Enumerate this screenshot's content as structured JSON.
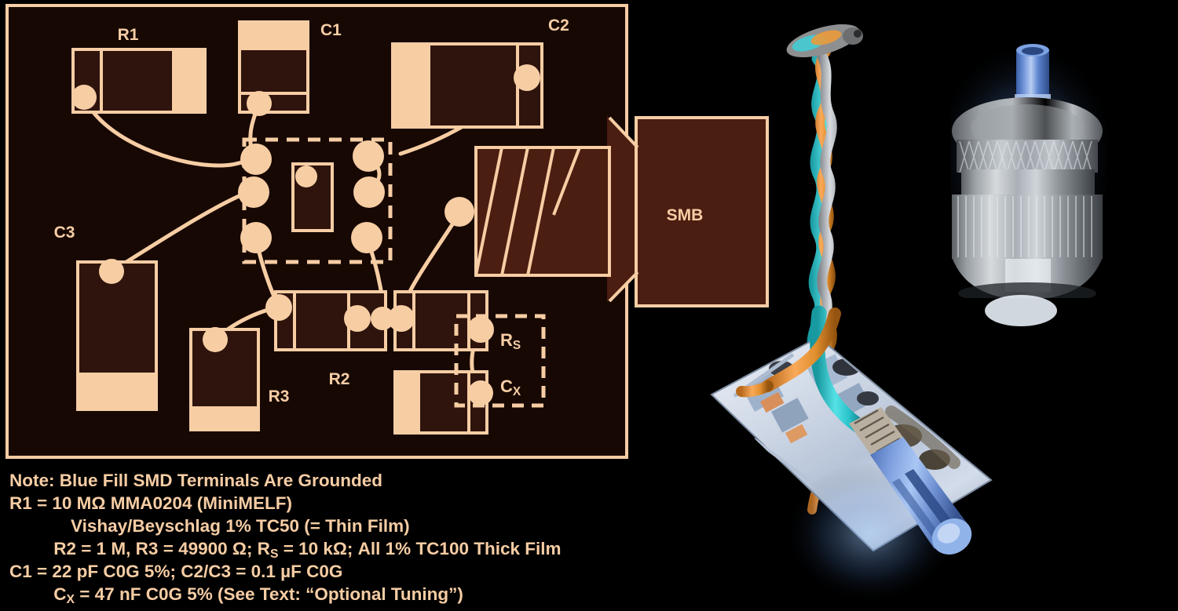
{
  "figure": {
    "title": "SMD sensor board layout and assembled connector photographs",
    "background_color": "#000000",
    "copper_color": "#f7cda4",
    "substrate_color": "#2e140c",
    "board_fill_color": "#160703"
  },
  "board": {
    "name": "pcb-outline",
    "labels": {
      "r1": "R1",
      "c1": "C1",
      "c2": "C2",
      "c3": "C3",
      "r2": "R2",
      "r3": "R3",
      "smb": "SMB",
      "rs_main": "R",
      "rs_sub": "S",
      "cx_main": "C",
      "cx_sub": "X"
    }
  },
  "caption": {
    "lines": [
      "Note: Blue Fill SMD Terminals Are Grounded",
      "R1 = 10 MΩ MMA0204 (MiniMELF)",
      "          Vishay/Beyschlag 1% TC50 (= Thin Film)",
      "R2 = 1 M, R3 = 49900 Ω; R",
      "C1 = 22 pF C0G 5%; C2/C3 = 0.1 µF C0G",
      "C"
    ],
    "line1": "Note: Blue Fill SMD Terminals Are Grounded",
    "line2": "R1 = 10 MΩ MMA0204 (MiniMELF)",
    "line3": "Vishay/Beyschlag 1% TC50 (= Thin Film)",
    "line4_a": "R2 = 1 M, R3 = 49900 Ω; R",
    "line4_sub": "S",
    "line4_b": " = 10 kΩ; All 1% TC100 Thick Film",
    "line5": "C1 = 22 pF C0G 5%; C2/C3 = 0.1 µF C0G",
    "line6_a": "C",
    "line6_sub": "X",
    "line6_b": " = 47 nF C0G 5% (See Text: “Optional Tuning”)"
  },
  "components": {
    "R1": {
      "value": "10 MΩ",
      "package": "MMA0204 (MiniMELF)",
      "tolerance": "1%",
      "tempco": "TC50",
      "type": "Thin Film",
      "vendor": "Vishay/Beyschlag"
    },
    "R2": {
      "value": "1 M",
      "tolerance": "1%",
      "tempco": "TC100",
      "type": "Thick Film"
    },
    "R3": {
      "value": "49900 Ω",
      "tolerance": "1%",
      "tempco": "TC100",
      "type": "Thick Film"
    },
    "RS": {
      "value": "10 kΩ",
      "tolerance": "1%",
      "tempco": "TC100",
      "type": "Thick Film"
    },
    "C1": {
      "value": "22 pF",
      "dielectric": "C0G",
      "tolerance": "5%"
    },
    "C2": {
      "value": "0.1 µF",
      "dielectric": "C0G"
    },
    "C3": {
      "value": "0.1 µF",
      "dielectric": "C0G"
    },
    "CX": {
      "value": "47 nF",
      "dielectric": "C0G",
      "tolerance": "5%",
      "note": "See Text: “Optional Tuning”"
    }
  },
  "photos": {
    "top_right": {
      "name": "smb-connector-photo",
      "description": "Twisted three-wire bundle and metal SMB coaxial connector on black background",
      "wire_colors": [
        "#3fd8dd",
        "#f0973f",
        "#b9b9b9"
      ]
    },
    "bottom_right": {
      "name": "assembled-board-photo",
      "description": "Assembled white sensor board with blue connector and twisted wires"
    }
  }
}
